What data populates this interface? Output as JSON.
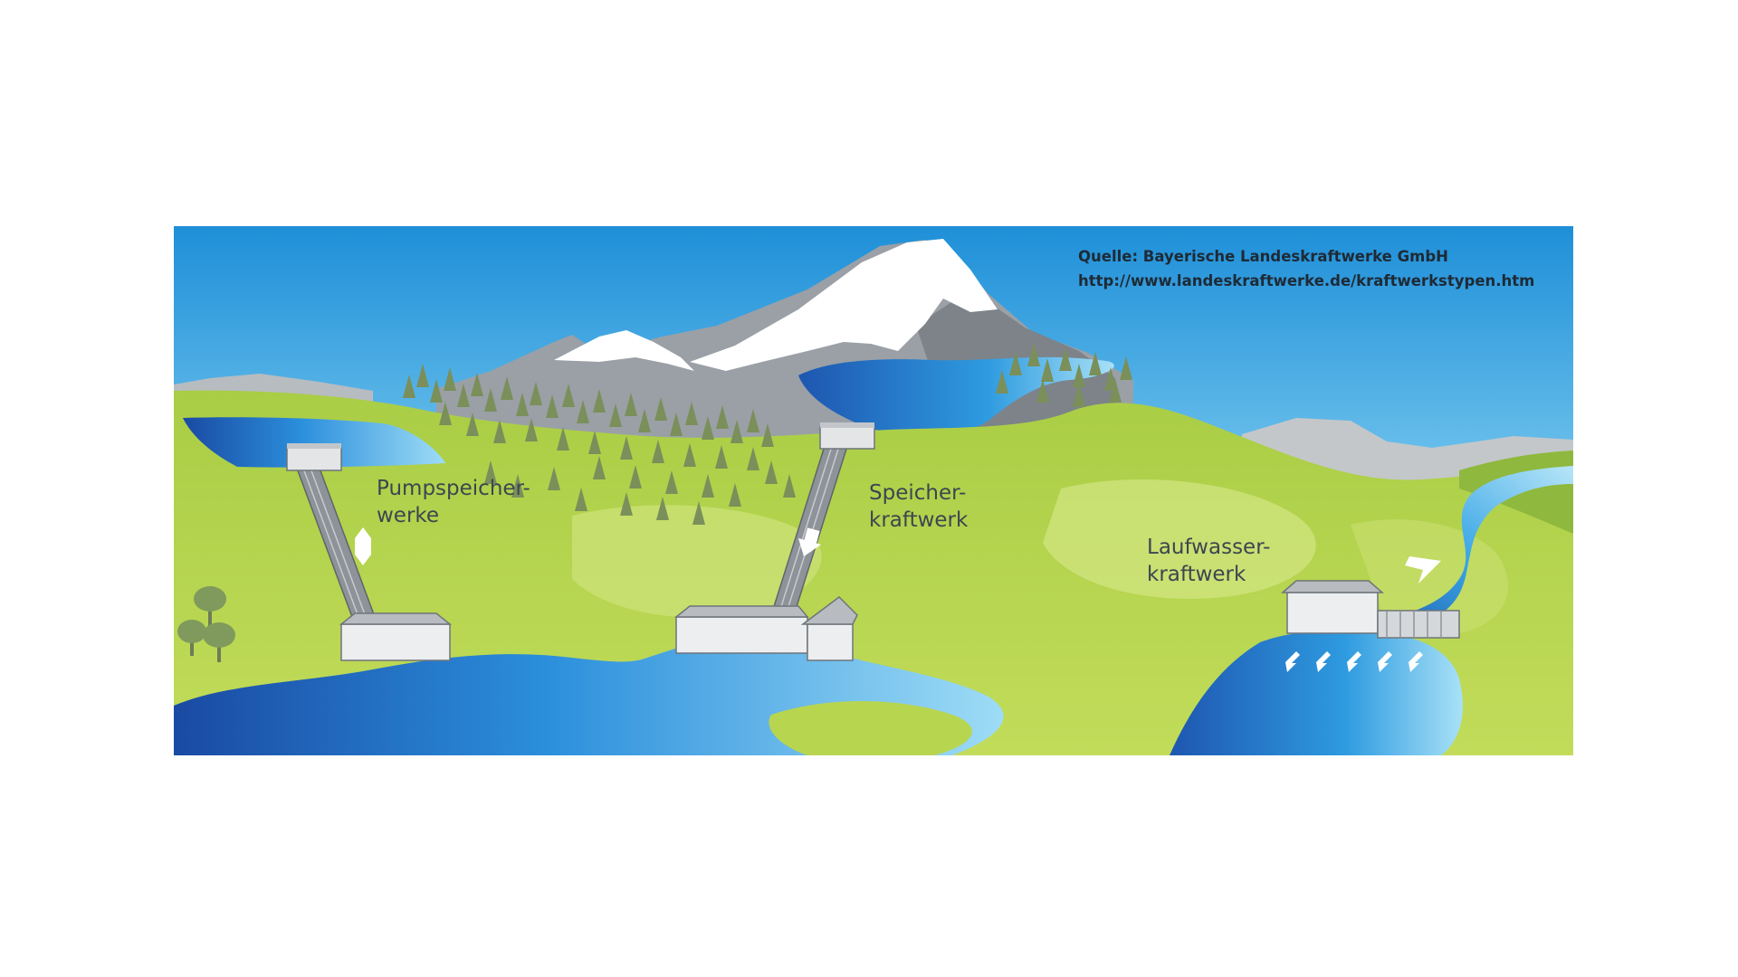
{
  "source": {
    "line1": "Quelle: Bayerische Landeskraftwerke GmbH",
    "line2": "http://www.landeskraftwerke.de/kraftwerkstypen.htm"
  },
  "plants": {
    "pumped": {
      "line1": "Pumpspeicher-",
      "line2": "werke"
    },
    "storage": {
      "line1": "Speicher-",
      "line2": "kraftwerk"
    },
    "runofriver": {
      "line1": "Laufwasser-",
      "line2": "kraftwerk"
    }
  },
  "colors": {
    "sky_top": "#1e90d8",
    "sky_bottom": "#cdeffa",
    "meadow": "#b5d44a",
    "meadow_light": "#d6e787",
    "water_dark": "#1a4fa6",
    "water_light": "#8fd8f5",
    "snow": "#ffffff",
    "rock": "#9ea3a8",
    "tree": "#7a8f5a"
  }
}
